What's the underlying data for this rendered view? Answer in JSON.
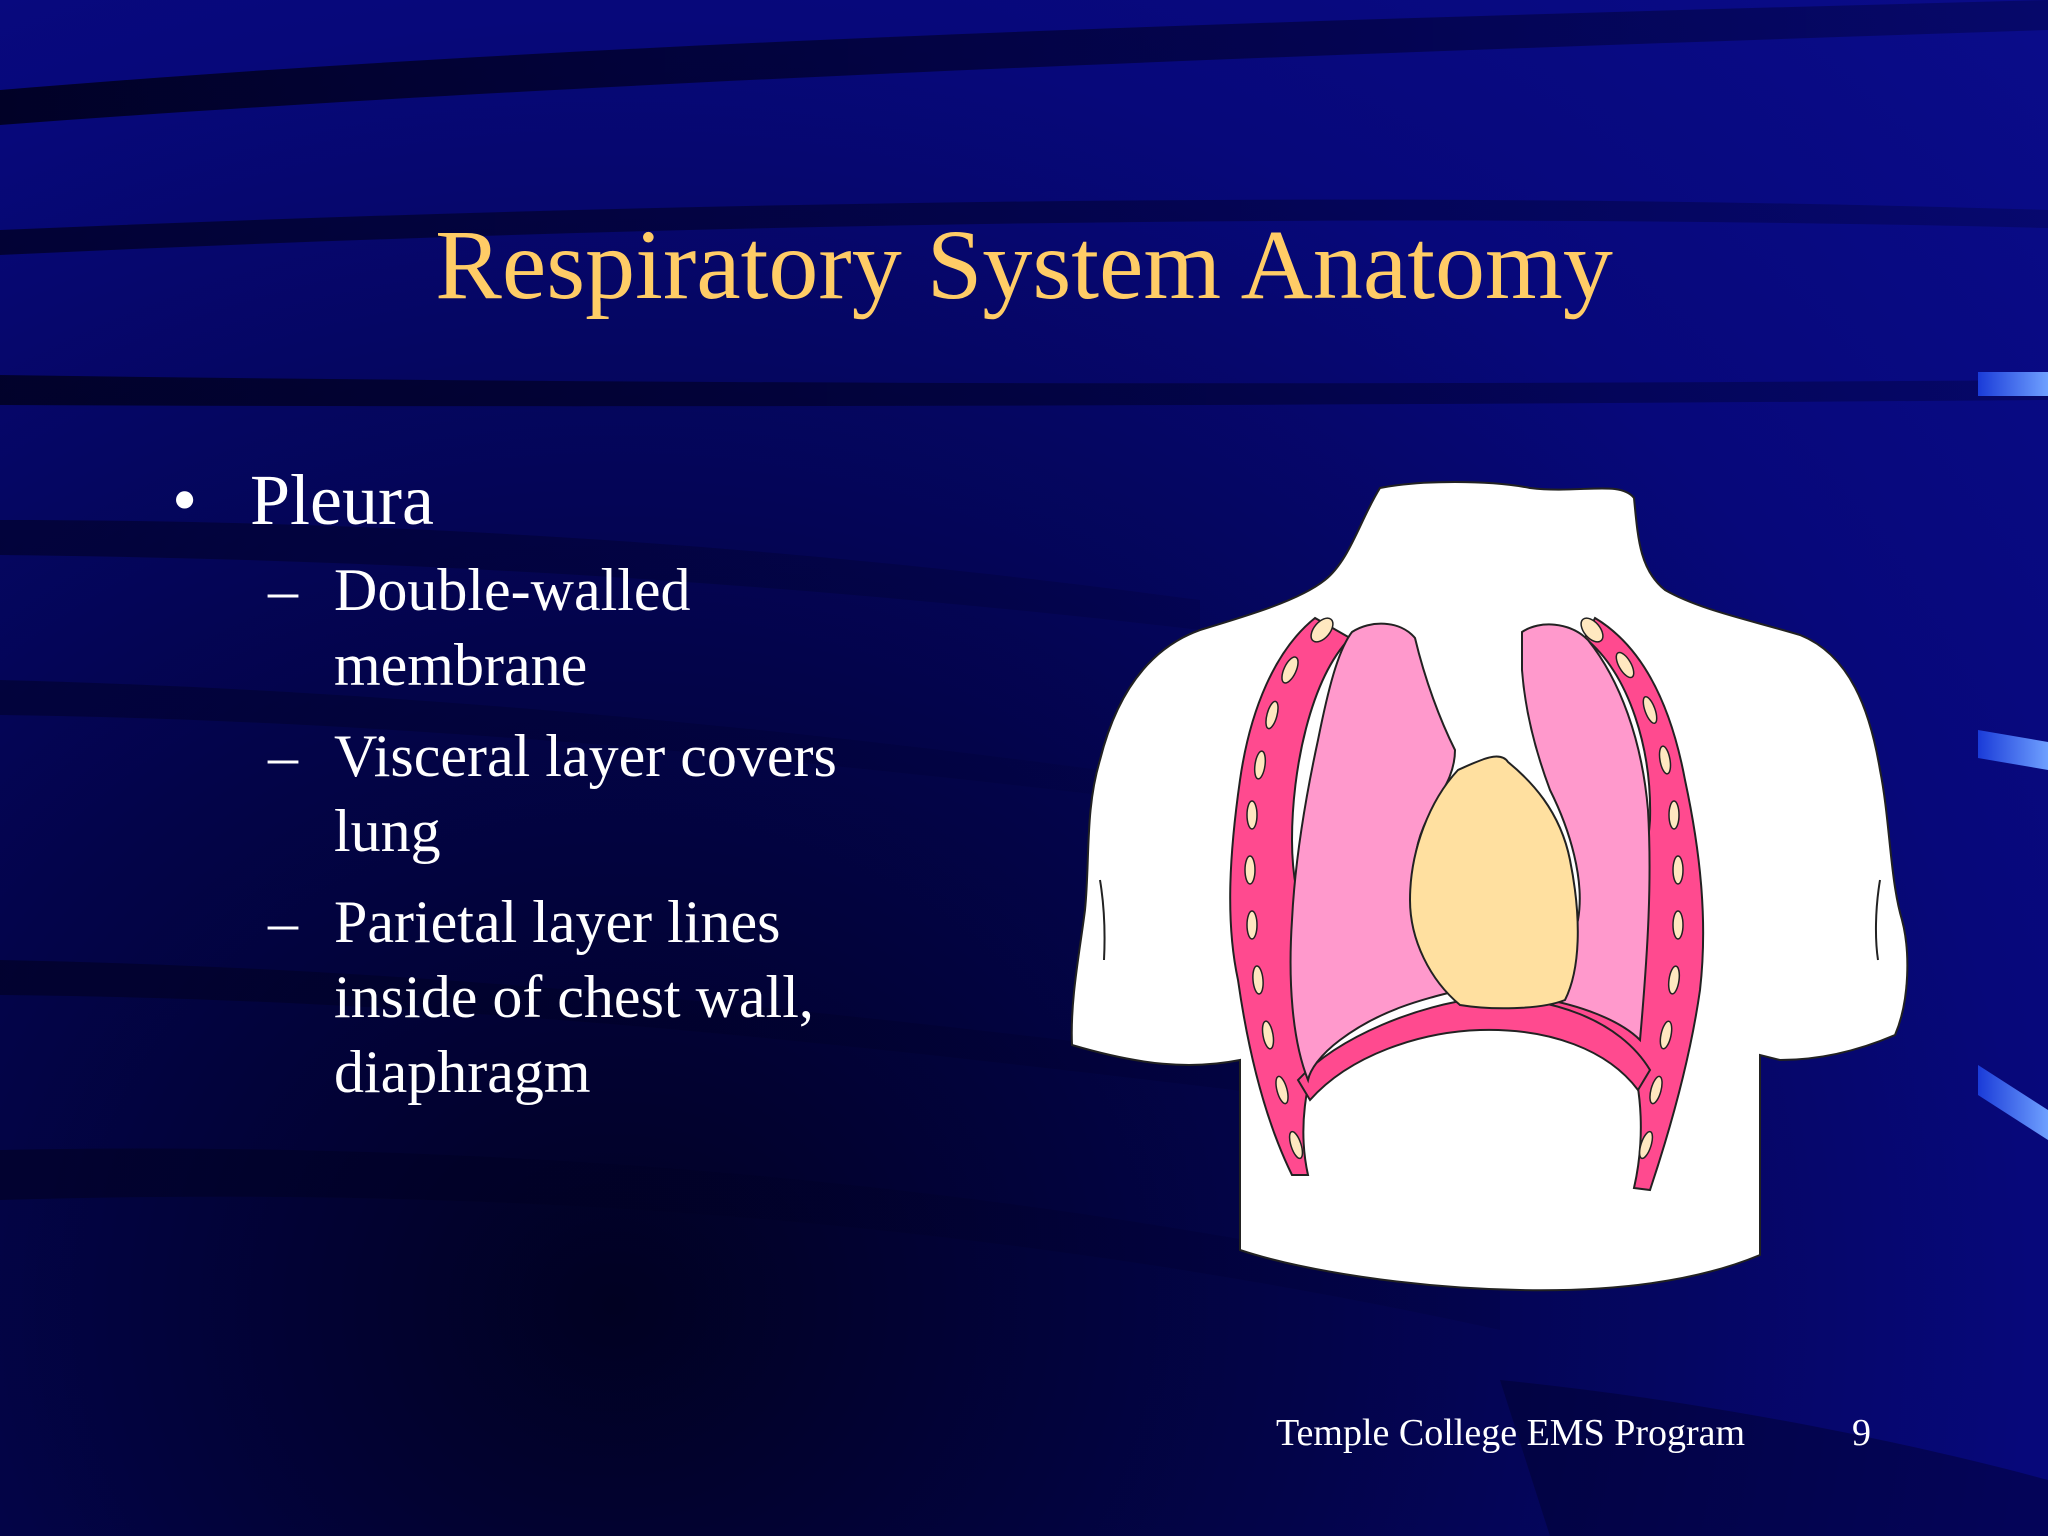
{
  "slide": {
    "title": "Respiratory System Anatomy",
    "bullets": [
      {
        "text": "Pleura",
        "sub_items": [
          {
            "line1": "Double-walled",
            "line2": "membrane"
          },
          {
            "line1": "Visceral layer covers",
            "line2": "lung"
          },
          {
            "line1": "Parietal layer lines",
            "line2": "inside of chest wall,",
            "line3": "diaphragm"
          }
        ]
      }
    ],
    "bullet_marker": "•",
    "sub_marker": "–",
    "footer": {
      "program": "Temple College EMS Program",
      "page_number": "9"
    }
  },
  "colors": {
    "title": "#ffcc66",
    "text": "#ffffff",
    "background": "#05065c",
    "lung": "#ff99cc",
    "pleura": "#ff3f8a",
    "heart": "#ffe0a0",
    "rib": "#ffe8c0",
    "torso": "#ffffff"
  },
  "illustration": {
    "name": "torso-lungs-pleura-illustration"
  }
}
